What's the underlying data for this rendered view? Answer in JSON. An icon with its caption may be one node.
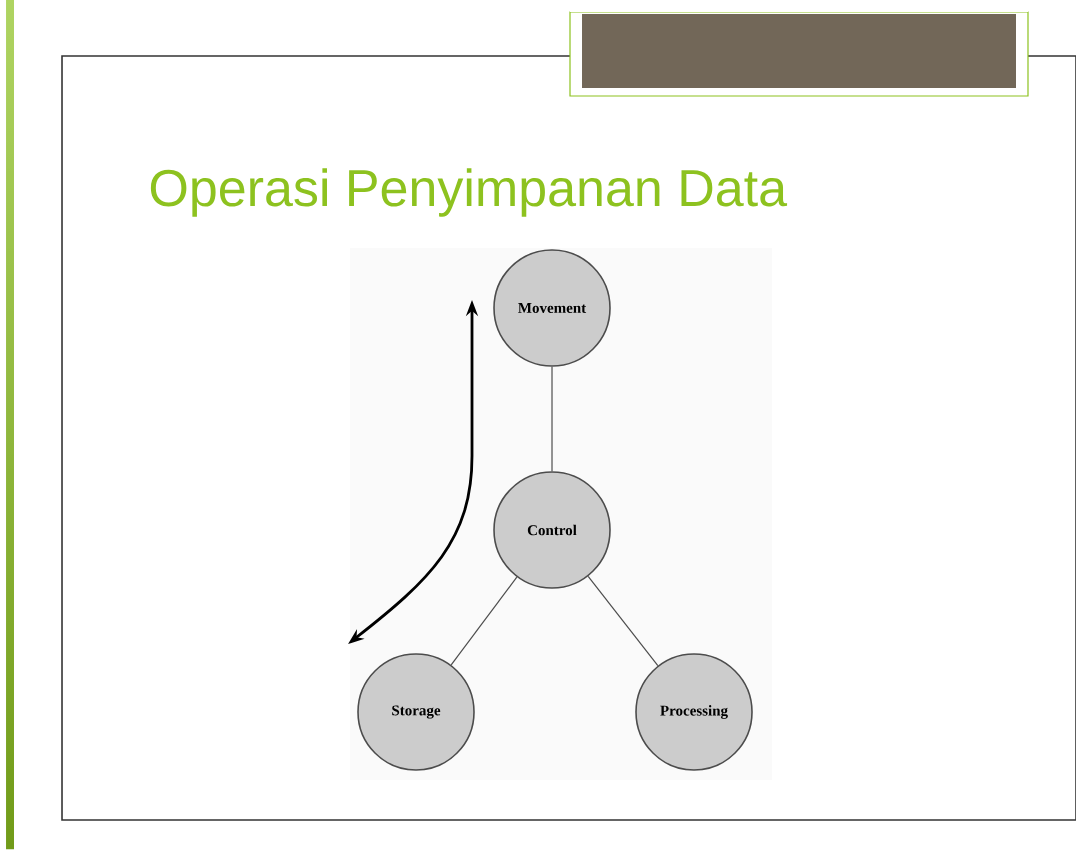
{
  "diagram": {
    "title": "Operasi Penyimpanan Data",
    "nodes": [
      {
        "text": [
          "Movement"
        ]
      },
      {
        "text": [
          "Control"
        ]
      },
      {
        "text": [
          "Storage"
        ]
      },
      {
        "text": [
          "Processing"
        ]
      }
    ],
    "edges": [
      {
        "from": 0,
        "to": 1,
        "arrow": "none"
      },
      {
        "from": 1,
        "to": 2,
        "arrow": "none"
      },
      {
        "from": 1,
        "to": 3,
        "arrow": "none"
      }
    ]
  }
}
